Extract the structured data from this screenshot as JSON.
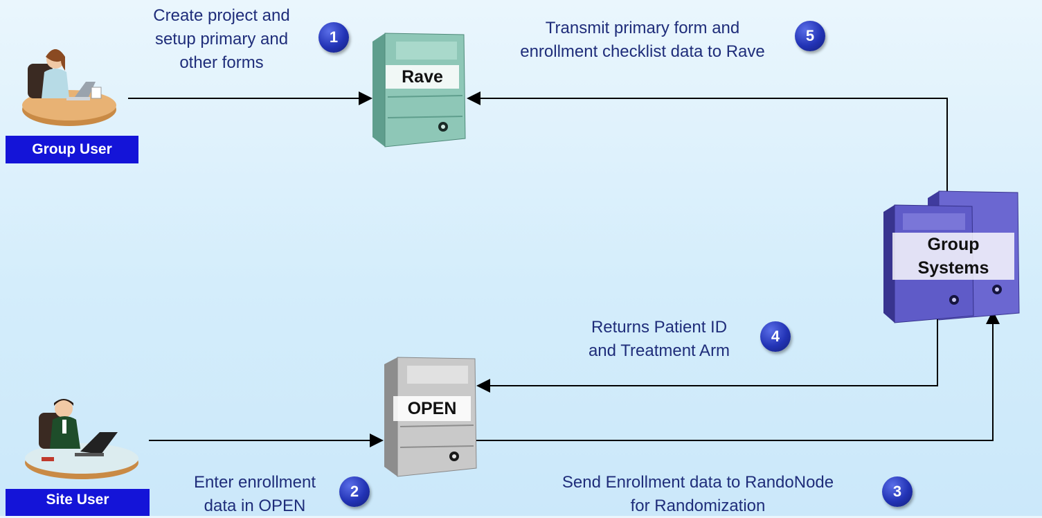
{
  "steps": [
    {
      "number": "1",
      "lines": [
        "Create project and",
        "setup primary and",
        "other forms"
      ]
    },
    {
      "number": "2",
      "lines": [
        "Enter enrollment",
        "data in OPEN"
      ]
    },
    {
      "number": "3",
      "lines": [
        "Send Enrollment data  to RandoNode",
        "for Randomization"
      ]
    },
    {
      "number": "4",
      "lines": [
        "Returns  Patient ID",
        "and  Treatment Arm"
      ]
    },
    {
      "number": "5",
      "lines": [
        "Transmit primary form and",
        "enrollment  checklist data to Rave"
      ]
    }
  ],
  "nodes": {
    "rave": "Rave",
    "open": "OPEN",
    "group_systems": [
      "Group",
      "Systems"
    ]
  },
  "roles": {
    "group_user": "Group User",
    "site_user": "Site User"
  },
  "colors": {
    "text": "#1f2d7a",
    "badge": "#2233b5",
    "role_label": "#1414d8",
    "rave_server": "#7fb9a8",
    "open_server": "#b9b9b9",
    "group_server": "#5a56c4"
  },
  "icons": [
    "woman-at-desk-icon",
    "man-at-desk-icon",
    "server-icon"
  ]
}
